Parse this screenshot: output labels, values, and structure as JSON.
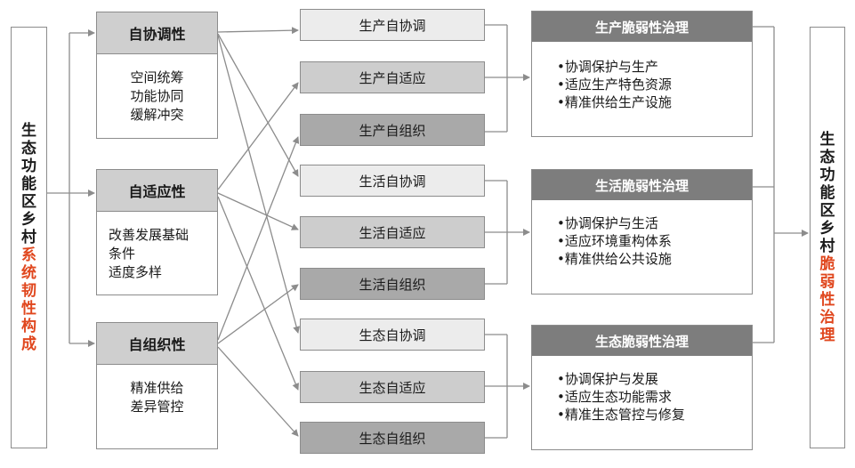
{
  "left_title": {
    "part1": [
      "生",
      "态",
      "功",
      "能",
      "区",
      "乡",
      "村"
    ],
    "part2": [
      "系",
      "统",
      "韧",
      "性",
      "构",
      "成"
    ]
  },
  "right_title": {
    "part1": [
      "生",
      "态",
      "功",
      "能",
      "区",
      "乡",
      "村"
    ],
    "part2": [
      "脆",
      "弱",
      "性",
      "治",
      "理"
    ]
  },
  "dimensions": [
    {
      "title": "自协调性",
      "items": [
        "空间统筹",
        "功能协同",
        "缓解冲突"
      ]
    },
    {
      "title": "自适应性",
      "items": [
        "改善发展基础",
        "条件",
        "适度多样"
      ]
    },
    {
      "title": "自组织性",
      "items": [
        "精准供给",
        "差异管控"
      ]
    }
  ],
  "sub_boxes": [
    "生产自协调",
    "生产自适应",
    "生产自组织",
    "生活自协调",
    "生活自适应",
    "生活自组织",
    "生态自协调",
    "生态自适应",
    "生态自组织"
  ],
  "governance": [
    {
      "title": "生产脆弱性治理",
      "items": [
        "•协调保护与生产",
        "•适应生产特色资源",
        "•精准供给生产设施"
      ]
    },
    {
      "title": "生活脆弱性治理",
      "items": [
        "•协调保护与生活",
        "•适应环境重构体系",
        "•精准供给公共设施"
      ]
    },
    {
      "title": "生态脆弱性治理",
      "items": [
        "•协调保护与发展",
        "•适应生态功能需求",
        "•精准生态管控与修复"
      ]
    }
  ],
  "colors": {
    "accent_red": "#e0471e",
    "line_gray": "#8c8c8c",
    "gov_header": "#7d7d7d"
  }
}
